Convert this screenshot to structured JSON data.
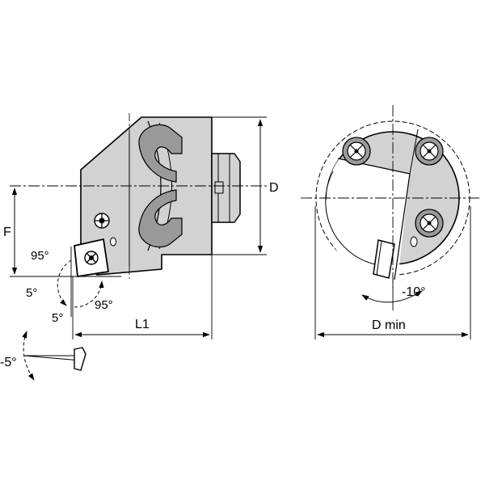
{
  "labels": {
    "D": "D",
    "F": "F",
    "L1": "L1",
    "D_min": "D min",
    "approach_angle_top": "95°",
    "approach_angle_bottom": "95°",
    "clearance_left": "5°",
    "clearance_bottom": "5°",
    "inclination": "-5°",
    "rotation": "-10°"
  },
  "colors": {
    "line": "#000000",
    "fill": "#d2d2d2",
    "fill_dark": "#9a9a9a",
    "background": "#ffffff"
  }
}
